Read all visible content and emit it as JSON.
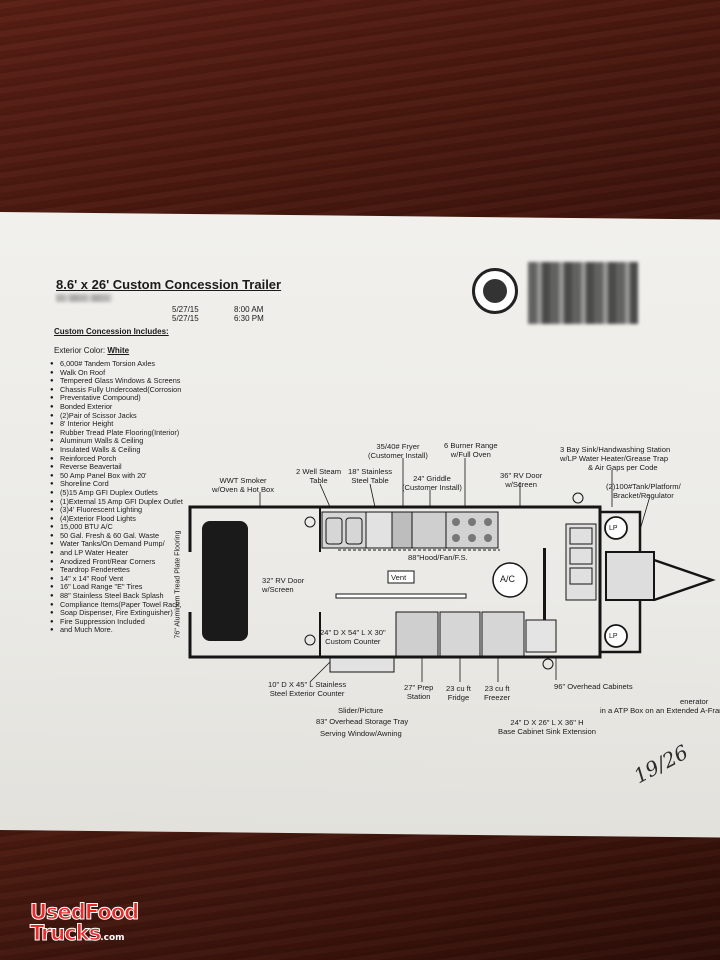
{
  "document": {
    "title": "8.6' x 26' Custom Concession Trailer",
    "dates": [
      {
        "date": "5/27/15",
        "time": "8:00  AM"
      },
      {
        "date": "5/27/15",
        "time": "6:30  PM"
      }
    ],
    "includes_heading": "Custom Concession Includes:",
    "exterior_label": "Exterior Color:",
    "exterior_value": "White",
    "features": [
      "6,000# Tandem Torsion Axles",
      "Walk On Roof",
      "Tempered Glass Windows & Screens",
      "Chassis Fully Undercoated(Corrosion",
      "Preventative Compound)",
      "Bonded Exterior",
      "(2)Pair of Scissor Jacks",
      "8' Interior Height",
      "Rubber Tread Plate Flooring(Interior)",
      "Aluminum Walls & Ceiling",
      "Insulated Walls & Ceiling",
      "Reinforced Porch",
      "Reverse Beavertail",
      "50 Amp Panel Box with 20'",
      "Shoreline Cord",
      "(5)15 Amp GFI Duplex Outlets",
      "(1)External 15 Amp GFI Duplex Outlet",
      "(3)4' Fluorescent Lighting",
      "(4)Exterior Flood Lights",
      "15,000 BTU A/C",
      "50 Gal. Fresh & 60 Gal. Waste",
      "Water Tanks/On Demand Pump/",
      "and LP Water Heater",
      "Anodized Front/Rear Corners",
      "Teardrop Fenderettes",
      "14\" x 14\" Roof Vent",
      "16\" Load Range \"E\" Tires",
      "88\" Stainless Steel Back Splash",
      "Compliance Items(Paper Towel Rack,",
      "Soap Dispenser, Fire Extinguisher)",
      "Fire Suppression Included",
      "and Much More."
    ],
    "signature": "19/26"
  },
  "diagram": {
    "labels": {
      "smoker": [
        "WWT Smoker",
        "w/Oven & Hot Box"
      ],
      "steam": [
        "2 Well Steam",
        "Table"
      ],
      "stainless": [
        "18\" Stainless",
        "Steel Table"
      ],
      "fryer": [
        "35/40# Fryer",
        "(Customer Install)"
      ],
      "range": [
        "6 Burner Range",
        "w/Full Oven"
      ],
      "griddle": [
        "24\" Griddle",
        "(Customer Install)"
      ],
      "rvdoor_top": [
        "36\" RV Door",
        "w/Screen"
      ],
      "sink": [
        "3 Bay Sink/Handwashing Station",
        "w/LP Water Heater/Grease Trap",
        "& Air Gaps per Code"
      ],
      "tank": [
        "(2)100#Tank/Platform/",
        "Bracket/Regulator"
      ],
      "hood": "88\"Hood/Fan/F.S.",
      "vent": "Vent",
      "ac": "A/C",
      "rvdoor_side": [
        "32\" RV Door",
        "w/Screen"
      ],
      "floor": "76\" Aluminum Tread Plate Flooring",
      "counter": [
        "24\" D X 54\" L X 30\"",
        "Custom Counter"
      ],
      "lp": "LP",
      "exterior_counter": [
        "10\" D X 45\" L Stainless",
        "Steel Exterior Counter"
      ],
      "slider": "Slider/Picture",
      "storage": "83\" Overhead Storage Tray",
      "window": "Serving Window/Awning",
      "prep": [
        "27\" Prep",
        "Station"
      ],
      "fridge": [
        "23 cu ft",
        "Fridge"
      ],
      "freezer": [
        "23 cu ft",
        "Freezer"
      ],
      "cabinets": "96\" Overhead Cabinets",
      "generator": [
        "enerator",
        "in a ATP Box on an Extended A-Frame"
      ],
      "base_cabinet": [
        "24\" D X 26\" L X 36\" H",
        "Base Cabinet Sink Extension"
      ]
    }
  },
  "watermark": {
    "brand_top": "UsedFood",
    "brand_bottom": "Trucks",
    "brand_suffix": ".com"
  }
}
